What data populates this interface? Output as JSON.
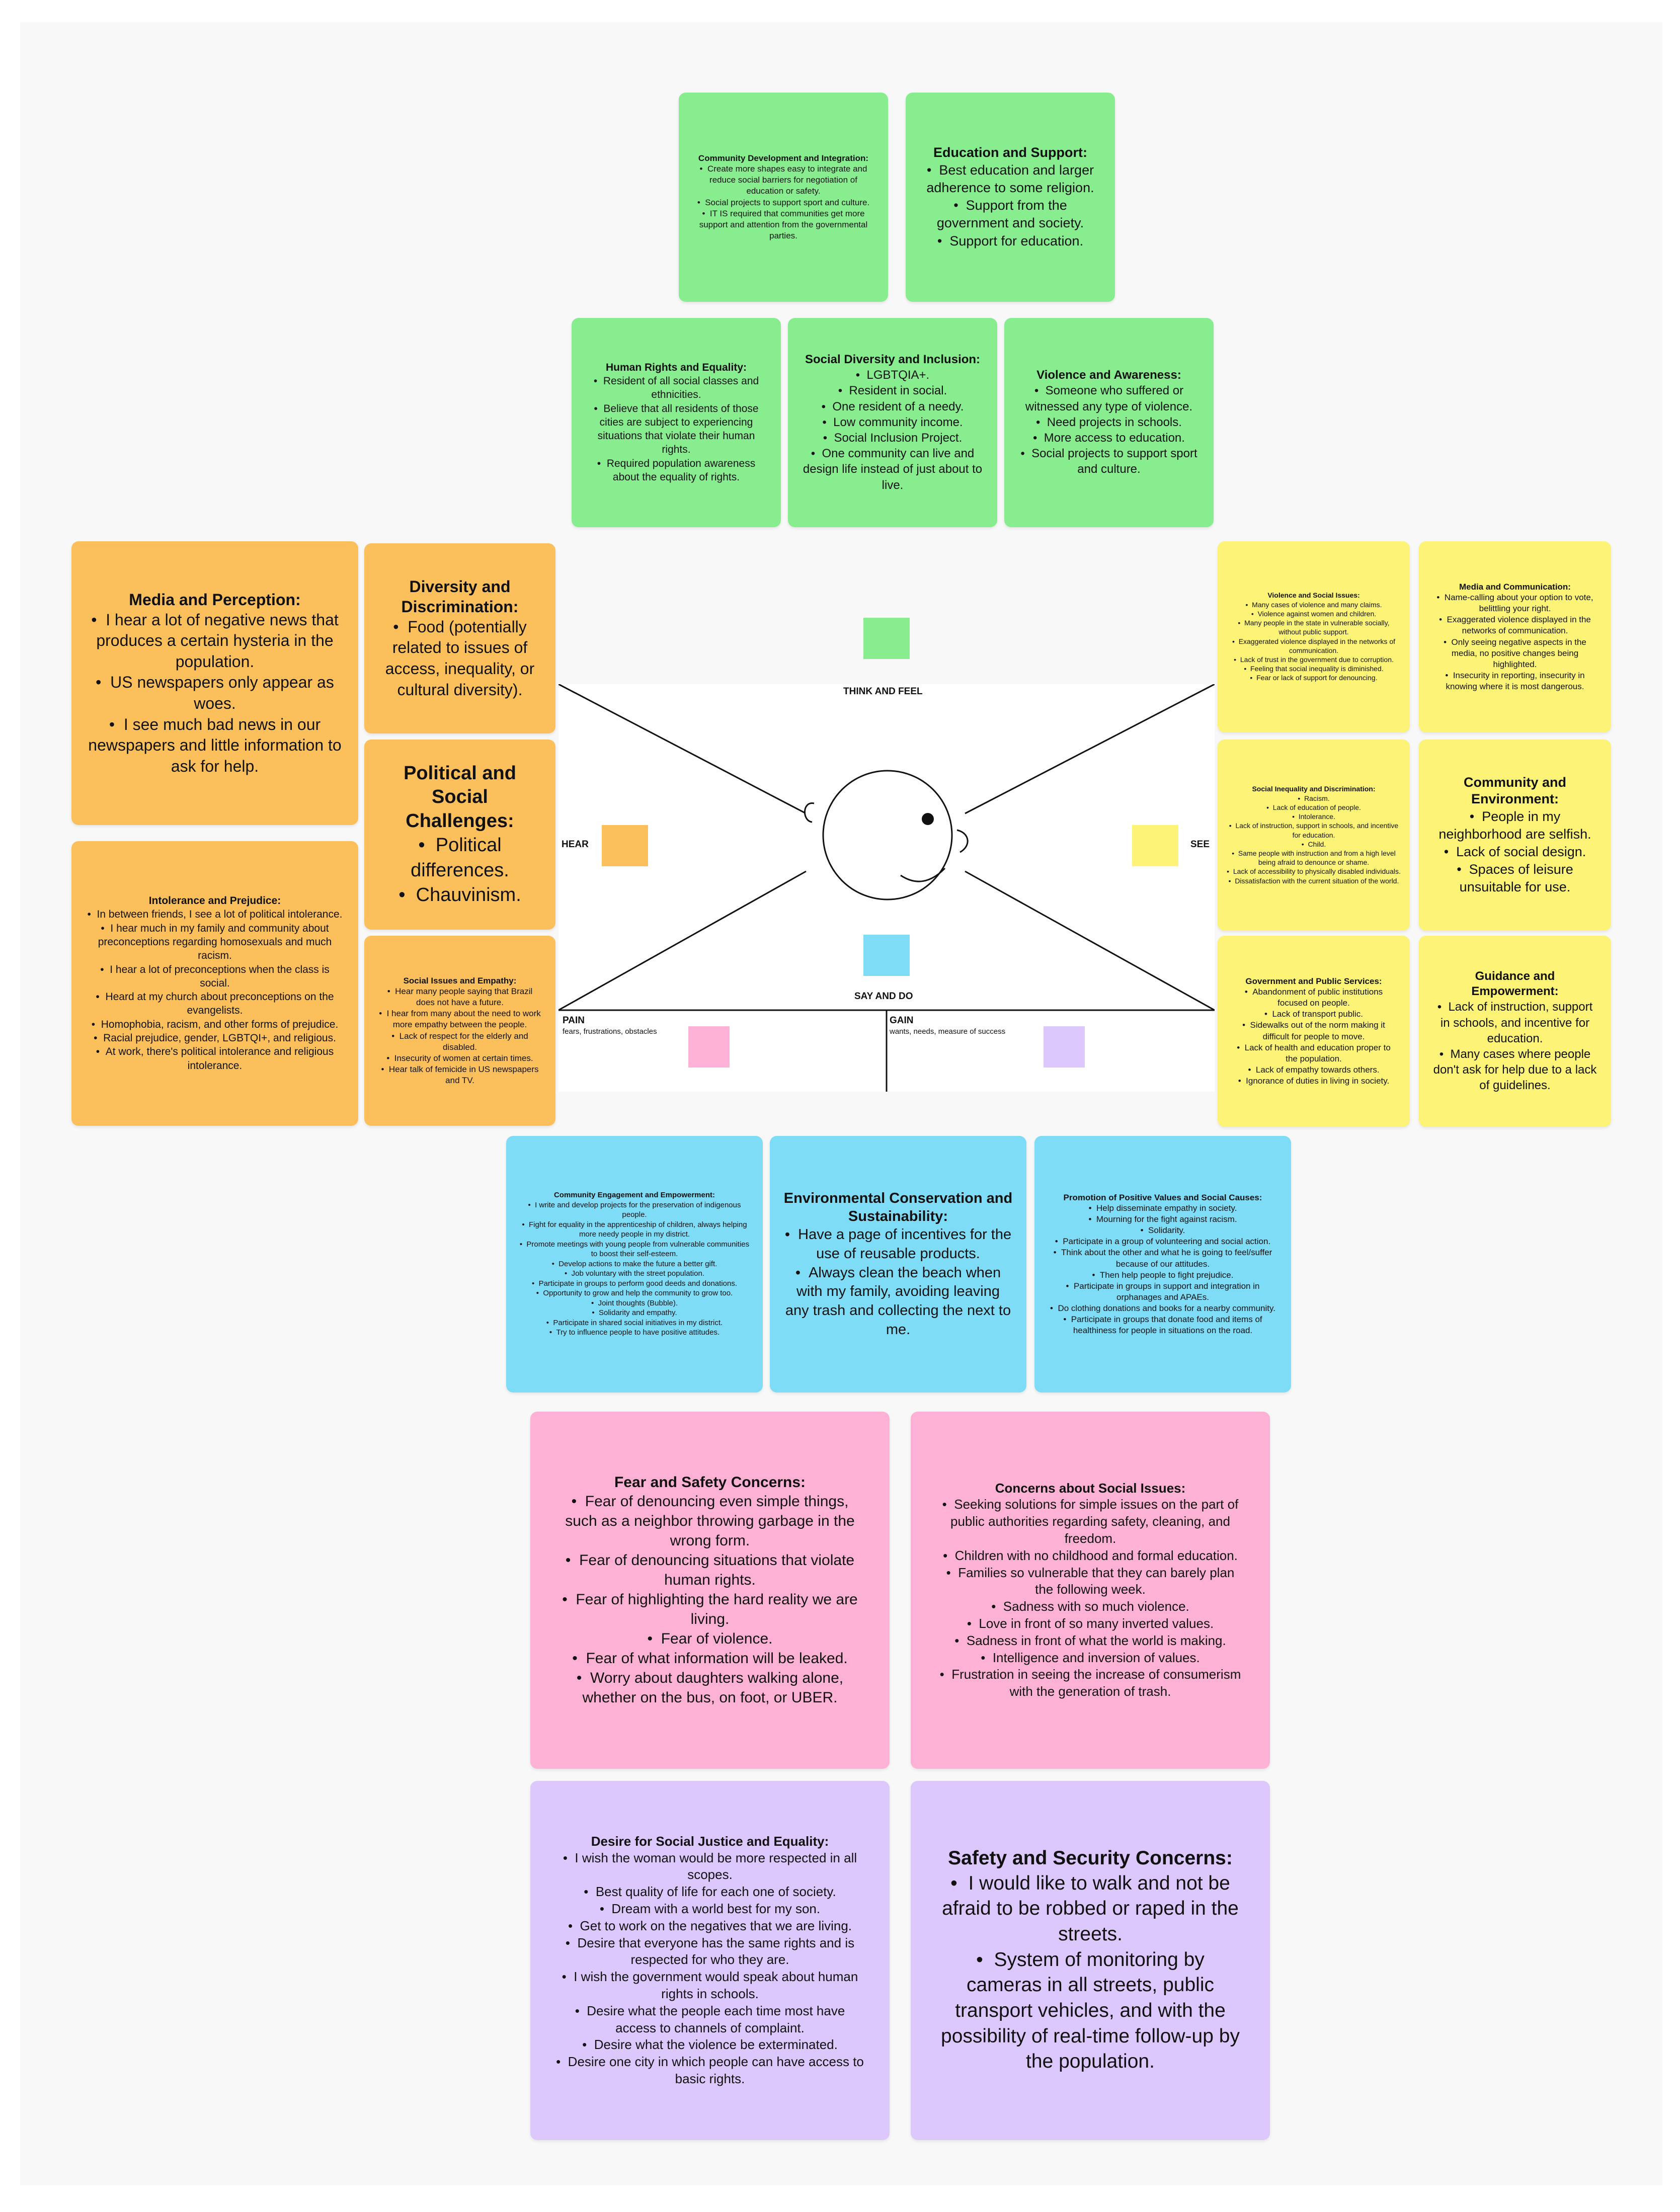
{
  "map": {
    "think_feel": "THINK AND FEEL",
    "hear": "HEAR",
    "see": "SEE",
    "say_do": "SAY AND DO",
    "pain": "PAIN",
    "pain_sub": "fears, frustrations, obstacles",
    "gain": "GAIN",
    "gain_sub": "wants, needs, measure of success"
  },
  "notes": {
    "community_dev": {
      "title": "Community Development and Integration:",
      "items": [
        "Create more shapes easy to integrate and reduce social barriers for negotiation of education or safety.",
        "Social projects to support sport and culture.",
        "IT IS required that communities get more support and attention from the governmental parties."
      ]
    },
    "education_support": {
      "title": "Education and Support:",
      "items": [
        "Best education and larger adherence to some religion.",
        "Support from the government and society.",
        "Support for education."
      ]
    },
    "human_rights": {
      "title": "Human Rights and Equality:",
      "items": [
        "Resident of all social classes and ethnicities.",
        "Believe that all residents of those cities are subject to experiencing situations that violate their human rights.",
        "Required population awareness about the equality of rights."
      ]
    },
    "social_diversity": {
      "title": "Social Diversity and Inclusion:",
      "items": [
        "LGBTQIA+.",
        "Resident in social.",
        "One resident of a needy.",
        "Low community income.",
        "Social Inclusion Project.",
        "One community can live and design life instead of just about to live."
      ]
    },
    "violence_awareness": {
      "title": "Violence and Awareness:",
      "items": [
        "Someone who suffered or witnessed any type of violence.",
        "Need projects in schools.",
        "More access to education.",
        "Social projects to support sport and culture."
      ]
    },
    "media_perception": {
      "title": "Media and Perception:",
      "items": [
        "I hear a lot of negative news that produces a certain hysteria in the population.",
        "US newspapers only appear as woes.",
        "I see much bad news in our newspapers and little information to ask for help."
      ]
    },
    "diversity_discrimination": {
      "title": "Diversity and Discrimination:",
      "items": [
        "Food (potentially related to issues of access, inequality, or cultural diversity)."
      ]
    },
    "political_challenges": {
      "title": "Political and Social Challenges:",
      "items": [
        "Political differences.",
        "Chauvinism."
      ]
    },
    "intolerance": {
      "title": "Intolerance and Prejudice:",
      "items": [
        "In between friends, I see a lot of political intolerance.",
        "I hear much in my family and community about preconceptions regarding homosexuals and much racism.",
        "I hear a lot of preconceptions when the class is social.",
        "Heard at my church about preconceptions on the evangelists.",
        "Homophobia, racism, and other forms of prejudice.",
        "Racial prejudice, gender, LGBTQI+, and religious.",
        "At work, there's political intolerance and religious intolerance."
      ]
    },
    "social_empathy": {
      "title": "Social Issues and Empathy:",
      "items": [
        "Hear many people saying that Brazil does not have a future.",
        "I hear from many about the need to work more empathy between the people.",
        "Lack of respect for the elderly and disabled.",
        "Insecurity of women at certain times.",
        "Hear talk of femicide in US newspapers and TV."
      ]
    },
    "violence_social": {
      "title": "Violence and Social Issues:",
      "items": [
        "Many cases of violence and many claims.",
        "Violence against women and children.",
        "Many people in the state in vulnerable socially, without public support.",
        "Exaggerated violence displayed in the networks of communication.",
        "Lack of trust in the government due to corruption.",
        "Feeling that social inequality is diminished.",
        "Fear or lack of support for denouncing."
      ]
    },
    "media_comm": {
      "title": "Media and Communication:",
      "items": [
        "Name-calling about your option to vote, belittling your right.",
        "Exaggerated violence displayed in the networks of communication.",
        "Only seeing negative aspects in the media, no positive changes being highlighted.",
        "Insecurity in reporting, insecurity in knowing where it is most dangerous."
      ]
    },
    "social_inequality": {
      "title": "Social Inequality and Discrimination:",
      "items": [
        "Racism.",
        "Lack of education of people.",
        "Intolerance.",
        "Lack of instruction, support in schools, and incentive for education.",
        "Child.",
        "Same people with instruction and from a high level being afraid to denounce or shame.",
        "Lack of accessibility to physically disabled individuals.",
        "Dissatisfaction with the current situation of the world."
      ]
    },
    "community_env": {
      "title": "Community and Environment:",
      "items": [
        "People in my neighborhood are selfish.",
        "Lack of social design.",
        "Spaces of leisure unsuitable for use."
      ]
    },
    "government": {
      "title": "Government and Public Services:",
      "items": [
        "Abandonment of public institutions focused on people.",
        "Lack of transport public.",
        "Sidewalks out of the norm making it difficult for people to move.",
        "Lack of health and education proper to the population.",
        "Lack of empathy towards others.",
        "Ignorance of duties in living in society."
      ]
    },
    "guidance": {
      "title": "Guidance and Empowerment:",
      "items": [
        "Lack of instruction, support in schools, and incentive for education.",
        "Many cases where people don't ask for help due to a lack of guidelines."
      ]
    },
    "community_engagement": {
      "title": "Community Engagement and Empowerment:",
      "items": [
        "I write and develop projects for the preservation of indigenous people.",
        "Fight for equality in the apprenticeship of children, always helping more needy people in my district.",
        "Promote meetings with young people from vulnerable communities to boost their self-esteem.",
        "Develop actions to make the future a better gift.",
        "Job voluntary with the street population.",
        "Participate in groups to perform good deeds and donations.",
        "Opportunity to grow and help the community to grow too.",
        "Joint thoughts (Bubble).",
        "Solidarity and empathy.",
        "Participate in shared social initiatives in my district.",
        "Try to influence people to have positive attitudes."
      ]
    },
    "environment": {
      "title": "Environmental Conservation and Sustainability:",
      "items": [
        "Have a page of incentives for the use of reusable products.",
        "Always clean the beach when with my family, avoiding leaving any trash and collecting the next to me."
      ]
    },
    "positive_values": {
      "title": "Promotion of Positive Values and Social Causes:",
      "items": [
        "Help disseminate empathy in society.",
        "Mourning for the fight against racism.",
        "Solidarity.",
        "Participate in a group of volunteering and social action.",
        "Think about the other and what he is going to feel/suffer because of our attitudes.",
        "Then help people to fight prejudice.",
        "Participate in groups in support and integration in orphanages and APAEs.",
        "Do clothing donations and books for a nearby community.",
        "Participate in groups that donate food and items of healthiness for people in situations on the road."
      ]
    },
    "fear_safety": {
      "title": "Fear and Safety Concerns:",
      "items": [
        "Fear of denouncing even simple things, such as a neighbor throwing garbage in the wrong form.",
        "Fear of denouncing situations that violate human rights.",
        "Fear of highlighting the hard reality we are living.",
        "Fear of violence.",
        "Fear of what information will be leaked.",
        "Worry about daughters walking alone, whether on the bus, on foot, or UBER."
      ]
    },
    "concerns_social": {
      "title": "Concerns about Social Issues:",
      "items": [
        "Seeking solutions for simple issues on the part of public authorities regarding safety, cleaning, and freedom.",
        "Children with no childhood and formal education.",
        "Families so vulnerable that they can barely plan the following week.",
        "Sadness with so much violence.",
        "Love in front of so many inverted values.",
        "Sadness in front of what the world is making.",
        "Intelligence and inversion of values.",
        "Frustration in seeing the increase of consumerism with the generation of trash."
      ]
    },
    "social_justice": {
      "title": "Desire for Social Justice and Equality:",
      "items": [
        "I wish the woman would be more respected in all scopes.",
        "Best quality of life for each one of society.",
        "Dream with a world best for my son.",
        "Get to work on the negatives that we are living.",
        "Desire that everyone has the same rights and is respected for who they are.",
        "I wish the government would speak about human rights in schools.",
        "Desire what the people each time most have access to channels of complaint.",
        "Desire what the violence be exterminated.",
        "Desire one city in which people can have access to basic rights."
      ]
    },
    "safety_security": {
      "title": "Safety and Security Concerns:",
      "items": [
        "I would like to walk and not be afraid to be robbed or raped in the streets.",
        "System of monitoring by cameras in all streets, public transport vehicles, and with the possibility of real-time follow-up by the population."
      ]
    }
  }
}
